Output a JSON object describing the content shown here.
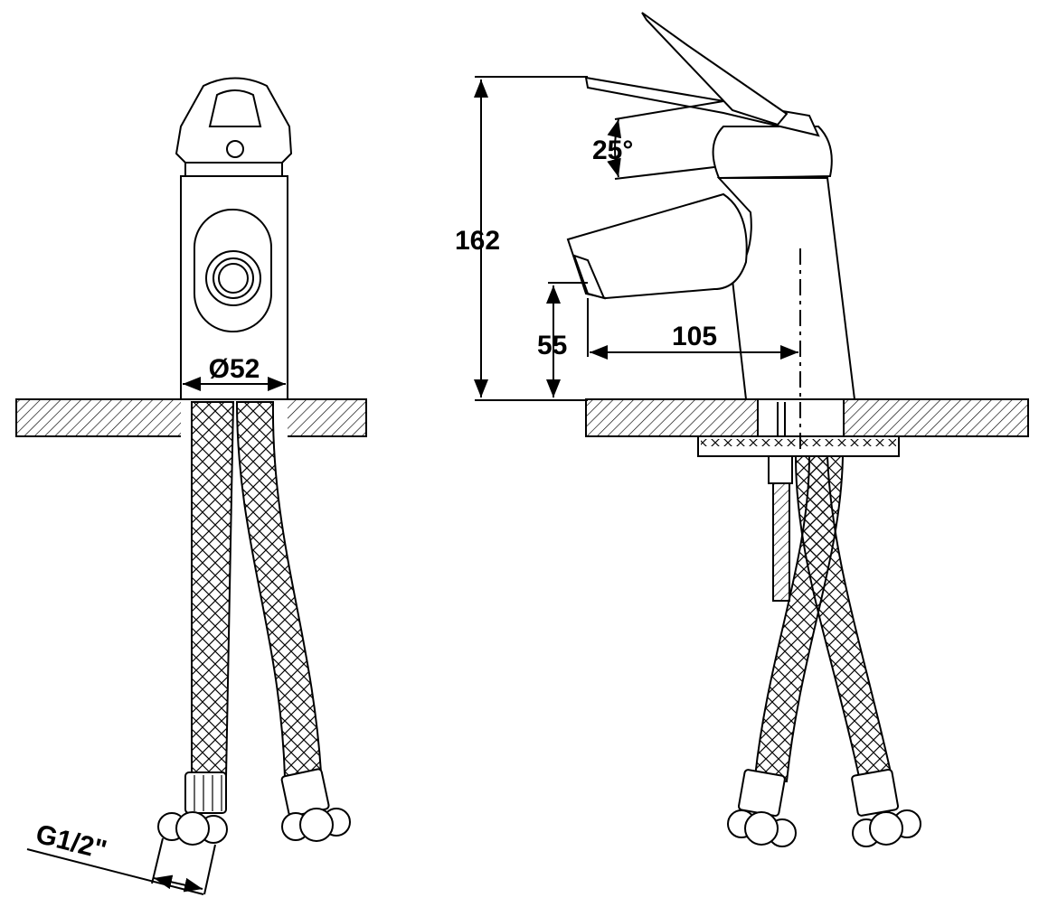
{
  "title": "Faucet technical drawing",
  "front_view": {
    "diameter_label": "Ø52",
    "thread_label": "G1/2\""
  },
  "side_view": {
    "height_label": "162",
    "spout_height_label": "55",
    "spout_reach_label": "105",
    "lever_angle_label": "25°"
  },
  "colors": {
    "line": "#000000",
    "background": "#ffffff"
  }
}
